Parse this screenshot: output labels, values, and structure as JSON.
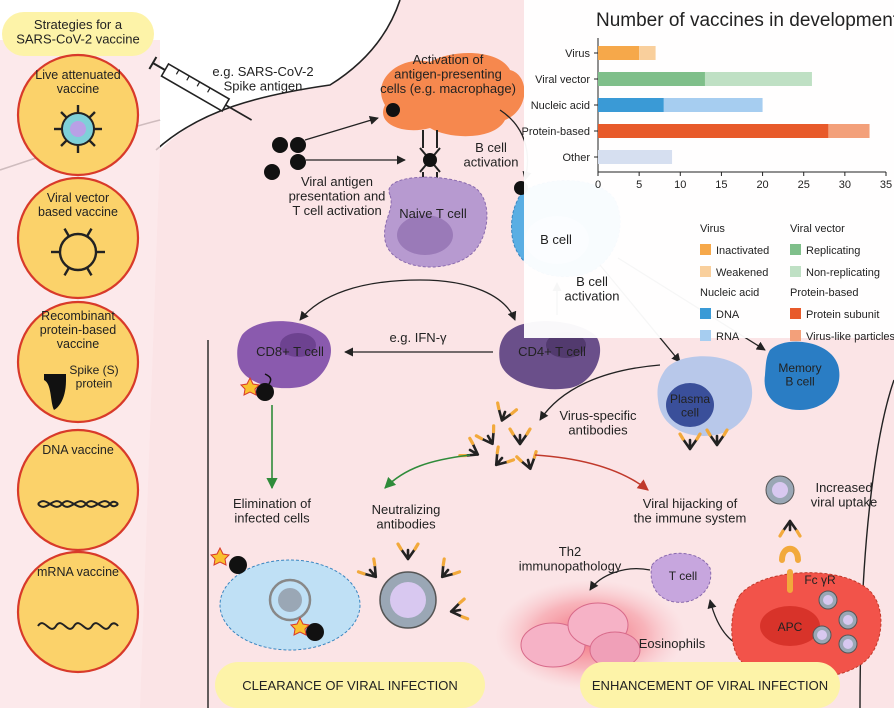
{
  "strategies": {
    "header": "Strategies for a\nSARS-CoV-2 vaccine",
    "items": [
      {
        "label": "Live attenuated\nvaccine",
        "icon": "live-virus-icon"
      },
      {
        "label": "Viral vector\nbased vaccine",
        "icon": "viral-vector-icon"
      },
      {
        "label": "Recombinant\nprotein-based\nvaccine",
        "icon": "spike-protein-icon",
        "sub": "Spike (S)\nprotein"
      },
      {
        "label": "DNA vaccine",
        "icon": "dna-helix-icon"
      },
      {
        "label": "mRNA vaccine",
        "icon": "mrna-wave-icon"
      }
    ]
  },
  "labels": {
    "spike_antigen": "e.g. SARS-CoV-2\nSpike antigen",
    "apc_activation": "Activation of\nantigen-presenting\ncells (e.g. macrophage)",
    "viral_antigen_presentation": "Viral antigen\npresentation and\nT cell activation",
    "naive_t_cell": "Naive T cell",
    "b_cell_activation_top": "B cell\nactivation",
    "b_cell": "B cell",
    "b_cell_activation_mid": "B cell\nactivation",
    "cd8": "CD8+ T cell",
    "cd4": "CD4+ T cell",
    "ifn": "e.g. IFN-γ",
    "plasma_cell": "Plasma\ncell",
    "memory_b_cell": "Memory\nB cell",
    "virus_specific_antibodies": "Virus-specific\nantibodies",
    "elimination": "Elimination of\ninfected cells",
    "neutralizing": "Neutralizing\nantibodies",
    "hijacking": "Viral hijacking of\nthe immune system",
    "increased_uptake": "Increased\nviral uptake",
    "th2": "Th2\nimmunopathology",
    "t_cell": "T cell",
    "fc_receptor": "Fc γR",
    "apc": "APC",
    "eosinophils": "Eosinophils",
    "clearance": "CLEARANCE OF VIRAL INFECTION",
    "enhancement": "ENHANCEMENT OF VIRAL INFECTION"
  },
  "colors": {
    "strategy_circle": "#fbd26a",
    "strategy_ring": "#d83a2a",
    "header_pill": "#fdf3a8",
    "body_pink": "#fbe4e6",
    "apc_orange": "#f6884e",
    "naive_t": "#b79ad0",
    "b_cell": "#5aaee3",
    "cd8": "#8a5aae",
    "cd4": "#6a4f8a",
    "plasma": "#b8c8ea",
    "memory": "#2a7dc4",
    "green_arrow": "#2f8b3a",
    "red_arrow": "#c0392b",
    "clearance_text": "#d83a2a",
    "bottom_pill": "#fdf3a8"
  },
  "chart_data": {
    "type": "bar",
    "title": "Number of vaccines in development",
    "categories": [
      "Virus",
      "Viral vector",
      "Nucleic acid",
      "Protein-based",
      "Other"
    ],
    "xlim": [
      0,
      35
    ],
    "xticks": [
      0,
      5,
      10,
      15,
      20,
      25,
      30,
      35
    ],
    "stacked": true,
    "series": [
      {
        "name": "Inactivated",
        "color": "#f6a84a",
        "values": [
          5,
          0,
          0,
          0,
          0
        ]
      },
      {
        "name": "Weakened",
        "color": "#f9cf9c",
        "values": [
          2,
          0,
          0,
          0,
          0
        ]
      },
      {
        "name": "Replicating",
        "color": "#7fbf8a",
        "values": [
          0,
          13,
          0,
          0,
          0
        ]
      },
      {
        "name": "Non-replicating",
        "color": "#bfe0c4",
        "values": [
          0,
          13,
          0,
          0,
          0
        ]
      },
      {
        "name": "DNA",
        "color": "#3a9ad6",
        "values": [
          0,
          0,
          8,
          0,
          0
        ]
      },
      {
        "name": "RNA",
        "color": "#a6cdf0",
        "values": [
          0,
          0,
          12,
          0,
          0
        ]
      },
      {
        "name": "Protein subunit",
        "color": "#e85a2a",
        "values": [
          0,
          0,
          0,
          28,
          0
        ]
      },
      {
        "name": "Virus-like particles",
        "color": "#f3a07a",
        "values": [
          0,
          0,
          0,
          5,
          0
        ]
      },
      {
        "name": "",
        "color": "#d6dff0",
        "values": [
          0,
          0,
          0,
          0,
          9
        ]
      }
    ],
    "legend": {
      "groups": [
        {
          "title": "Virus",
          "entries": [
            "Inactivated",
            "Weakened"
          ]
        },
        {
          "title": "Viral vector",
          "entries": [
            "Replicating",
            "Non-replicating"
          ]
        },
        {
          "title": "Nucleic acid",
          "entries": [
            "DNA",
            "RNA"
          ]
        },
        {
          "title": "Protein-based",
          "entries": [
            "Protein subunit",
            "Virus-like particles"
          ]
        }
      ]
    }
  }
}
